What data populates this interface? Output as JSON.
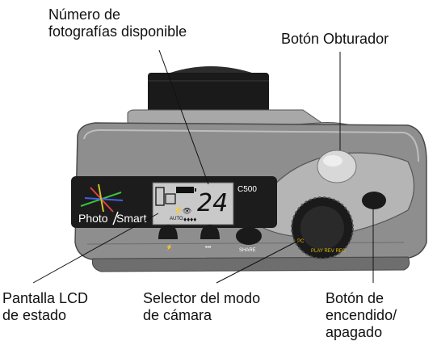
{
  "callouts": {
    "photos_available": [
      "Número de",
      "fotografías disponible"
    ],
    "shutter": "Botón Obturador",
    "lcd": [
      "Pantalla LCD",
      "de estado"
    ],
    "mode_selector": [
      "Selector del modo",
      "de cámara"
    ],
    "power": [
      "Botón de",
      "encendido/",
      "apagado"
    ]
  },
  "camera": {
    "brand_left": "Photo",
    "brand_right": "Smart",
    "model": "C500",
    "lcd_count": "24",
    "lcd_auto": "AUTO",
    "lcd_diamonds": "♦♦♦♦",
    "share_label": "SHARE",
    "dial_text_left": "PC",
    "dial_text_right": "PLAY REV REC"
  },
  "colors": {
    "body": "#8e8e8e",
    "body_dark": "#4a4a4a",
    "lens": "#1a1a1a",
    "lcd": "#c9c9c9",
    "panel": "#1c1c1c"
  }
}
